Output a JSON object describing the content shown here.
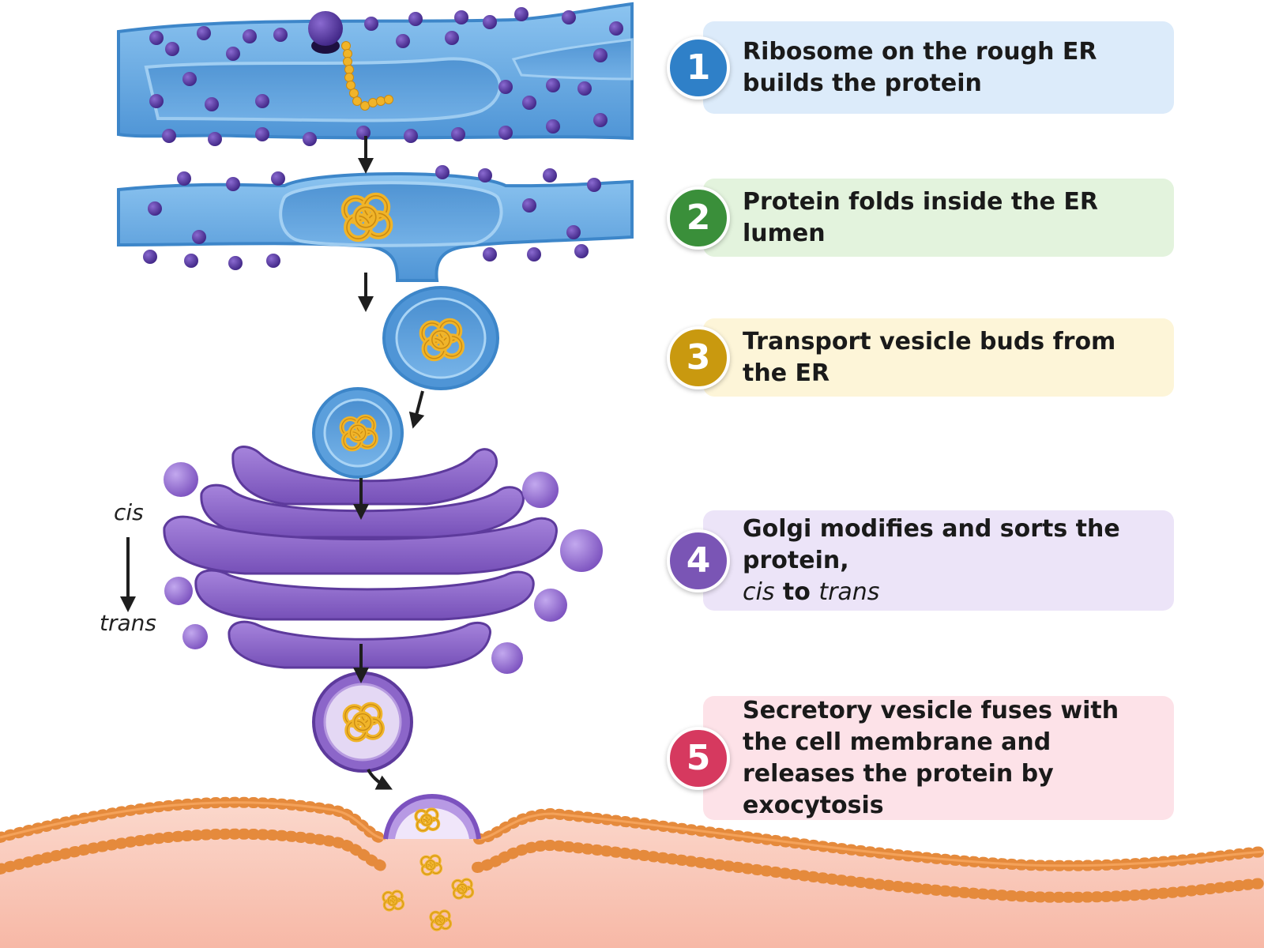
{
  "steps": [
    {
      "num": "1",
      "text": "Ribosome on the rough ER builds the protein",
      "color": "#2f80c8",
      "bg": "#dcebfa"
    },
    {
      "num": "2",
      "text": "Protein folds inside the ER lumen",
      "color": "#3a8f3a",
      "bg": "#e3f3dd"
    },
    {
      "num": "3",
      "text": "Transport vesicle buds from the ER",
      "color": "#c9990f",
      "bg": "#fdf5d8"
    },
    {
      "num": "4",
      "text_a": "Golgi modifies and sorts the protein,",
      "text_cis": "cis",
      "text_to": " to ",
      "text_trans": "trans",
      "color": "#7a55b5",
      "bg": "#ece4f8"
    },
    {
      "num": "5",
      "text": "Secretory vesicle fuses with the cell membrane and releases the protein by exocytosis",
      "color": "#d6395f",
      "bg": "#fde2e8"
    }
  ],
  "golgi_axis": {
    "top": "cis",
    "bottom": "trans"
  },
  "colors": {
    "er_fill": "#6aaee6",
    "er_dark": "#3d86c9",
    "ribosome": "#5b3b9c",
    "protein": "#f0b429",
    "golgi": "#8c66c9",
    "golgi_dark": "#6a45a8",
    "membrane": "#f29a4a",
    "cytoplasm": "#f8c4b4"
  }
}
